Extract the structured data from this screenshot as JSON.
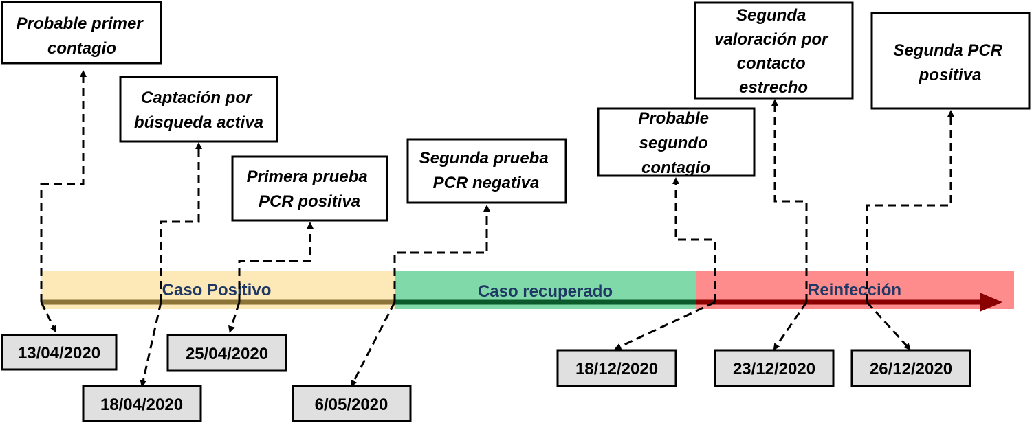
{
  "phases": [
    {
      "label": "Caso Positivo",
      "color": "#fde9b8",
      "line_color": "#8c7338"
    },
    {
      "label": "Caso recuperado",
      "color": "#7fd9a8",
      "line_color": "#0c5a2c"
    },
    {
      "label": "Reinfección",
      "color": "#ff8c8c",
      "line_color": "#8b0000"
    }
  ],
  "events": [
    {
      "lines": [
        "Probable primer",
        "contagio"
      ],
      "date": "13/04/2020"
    },
    {
      "lines": [
        "Captación por",
        "búsqueda activa"
      ],
      "date": "18/04/2020"
    },
    {
      "lines": [
        "Primera prueba",
        "PCR positiva"
      ],
      "date": "25/04/2020"
    },
    {
      "lines": [
        "Segunda prueba",
        "PCR negativa"
      ],
      "date": "6/05/2020"
    },
    {
      "lines": [
        "Probable",
        "segundo",
        "contagio"
      ],
      "date": "18/12/2020"
    },
    {
      "lines": [
        "Segunda",
        "valoración por",
        "contacto",
        "estrecho"
      ],
      "date": "23/12/2020"
    },
    {
      "lines": [
        "Segunda PCR",
        "positiva"
      ],
      "date": "26/12/2020"
    }
  ],
  "colors": {
    "date_box_fill": "#e0e0e0",
    "connector": "#000000",
    "phase_text": "#1f3864"
  }
}
